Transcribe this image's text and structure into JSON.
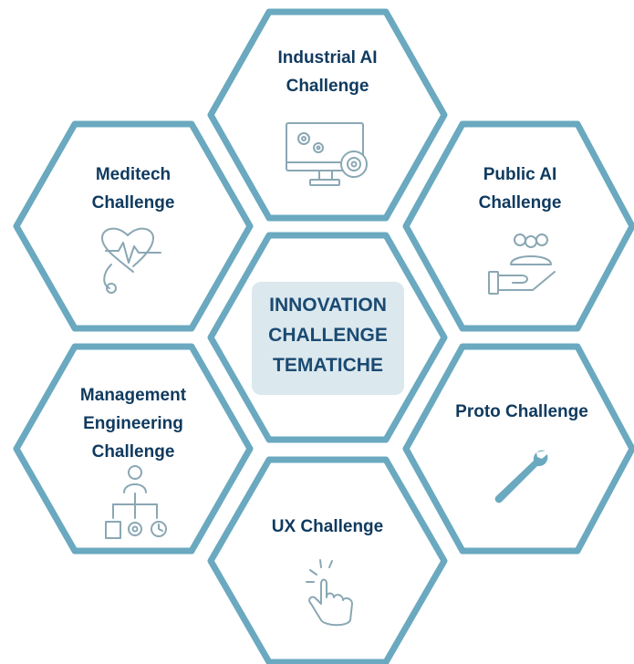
{
  "colors": {
    "hex_border": "#6aa9bf",
    "text": "#0f3a5f",
    "center_fill": "#dbe8ee",
    "icon": "#8aa7b4"
  },
  "center": {
    "line1": "INNOVATION",
    "line2": "CHALLENGE",
    "line3": "TEMATICHE"
  },
  "challenges": {
    "industrial": {
      "line1": "Industrial AI",
      "line2": "Challenge",
      "icon": "monitor-gears-icon"
    },
    "meditech": {
      "line1": "Meditech",
      "line2": "Challenge",
      "icon": "heart-stethoscope-icon"
    },
    "public": {
      "line1": "Public AI",
      "line2": "Challenge",
      "icon": "people-hand-icon"
    },
    "management": {
      "line1": "Management",
      "line2": "Engineering",
      "line3": "Challenge",
      "icon": "org-chart-icon"
    },
    "proto": {
      "line1": "Proto Challenge",
      "icon": "wrench-icon"
    },
    "ux": {
      "line1": "UX Challenge",
      "icon": "hand-click-icon"
    }
  }
}
